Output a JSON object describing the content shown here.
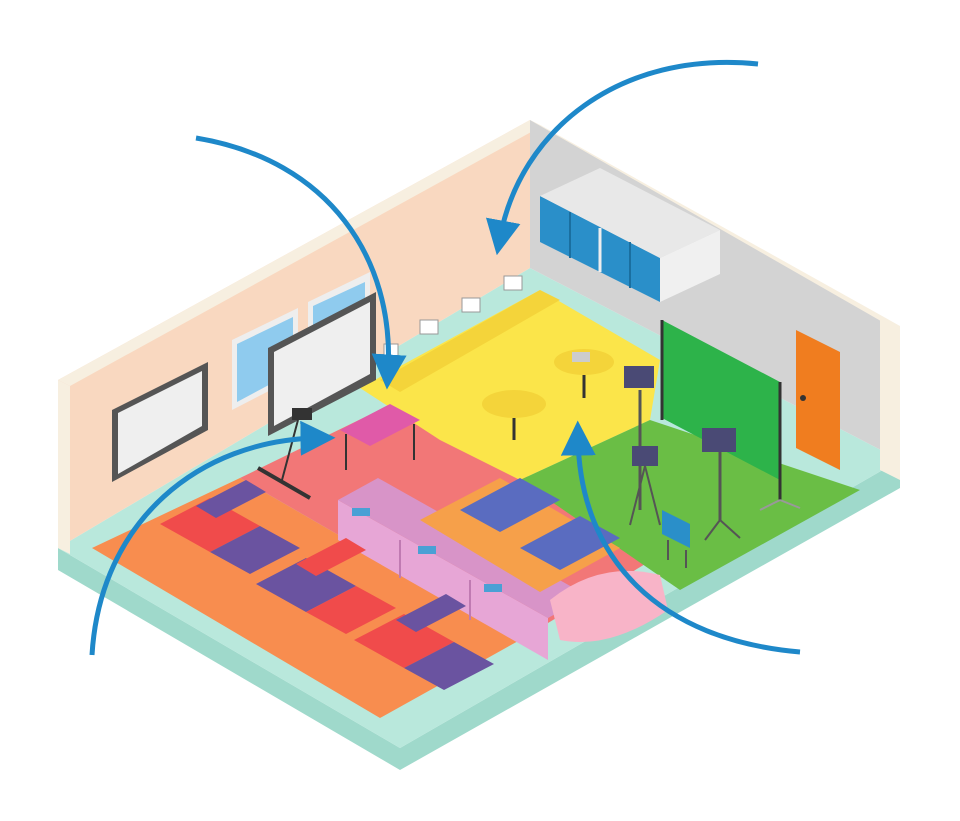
{
  "colors": {
    "background": "#ffffff",
    "left_wall": "#f9d8c0",
    "right_wall": "#d3d3d3",
    "wall_top": "#f7efe0",
    "base": "#b9e8dc",
    "zone_orange": "#f88d4f",
    "zone_red": "#f27777",
    "zone_yellow": "#fbe54a",
    "zone_green": "#6abe45",
    "green_screen": "#2db34a",
    "arrow_blue": "#1e88c9",
    "desk_red": "#f04b4b",
    "desk_purple": "#6a53a0",
    "door": "#f07d1f",
    "cabinet_blue": "#2a8fc9",
    "whiteboard": "#efefef",
    "window": "#8fcbee"
  },
  "zones": [
    {
      "id": "traditional-desks",
      "color": "#f88d4f"
    },
    {
      "id": "presentation-area",
      "color": "#f27777"
    },
    {
      "id": "computer-collaboration",
      "color": "#fbe54a"
    },
    {
      "id": "media-studio",
      "color": "#6abe45"
    }
  ],
  "icons": [
    "curved-arrow-icon",
    "camera-icon",
    "studio-light-icon",
    "laptop-icon",
    "book-icon"
  ]
}
